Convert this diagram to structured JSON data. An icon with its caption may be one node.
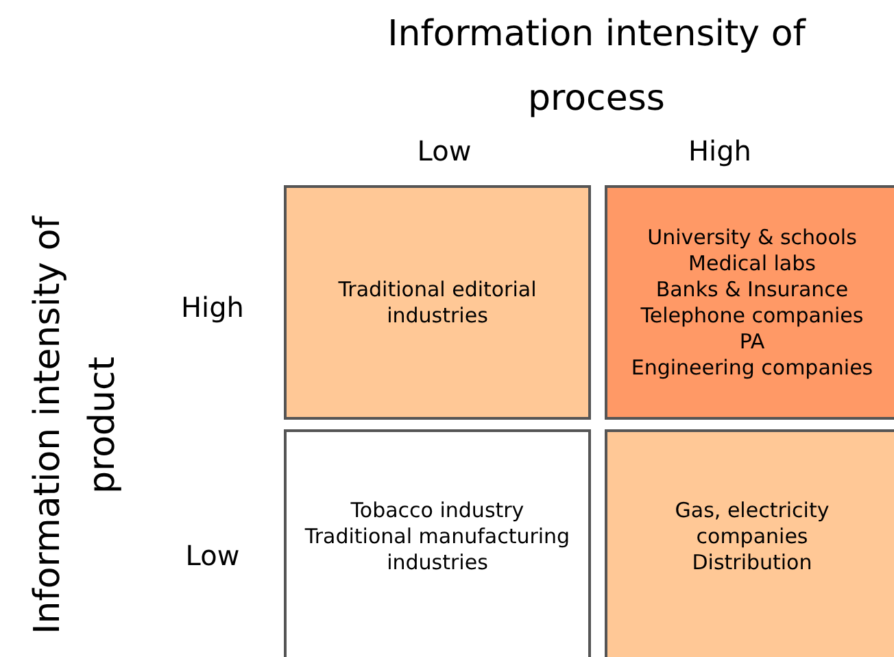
{
  "diagram": {
    "nodes": [
      {
        "text": [
          "Traditional editorial industries"
        ]
      },
      {
        "text": [
          "University & schools",
          "Medical labs",
          "Banks & Insurance",
          "Telephone companies",
          "PA",
          "Engineering companies"
        ]
      },
      {
        "text": [
          "Tobacco industry",
          "Traditional manufacturing industries"
        ]
      },
      {
        "text": [
          "Gas, electricity companies",
          "Distribution"
        ]
      }
    ],
    "edges": [],
    "labels": [
      "Information intensity of process",
      "Low",
      "High",
      "Information intensity of product",
      "High",
      "Low"
    ]
  }
}
